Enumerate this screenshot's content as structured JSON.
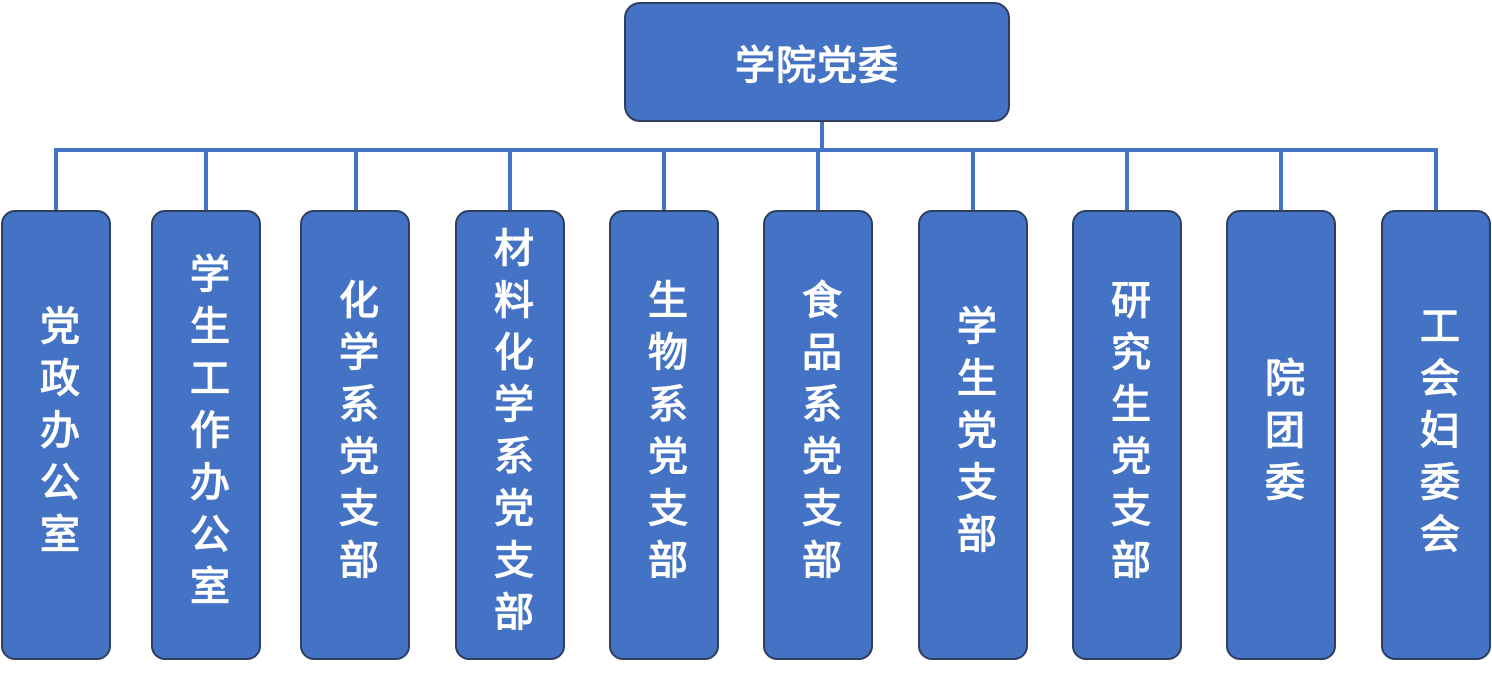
{
  "colors": {
    "node_fill": "#4472C4",
    "node_border": "#2F3E5E",
    "connector": "#4472C4",
    "text": "#FFFFFF"
  },
  "root": {
    "label": "学院党委"
  },
  "children": [
    {
      "label": "党政办公室"
    },
    {
      "label": "学生工作办公室"
    },
    {
      "label": "化学系党支部"
    },
    {
      "label": "材料化学系党支部"
    },
    {
      "label": "生物系党支部"
    },
    {
      "label": "食品系党支部"
    },
    {
      "label": "学生党支部"
    },
    {
      "label": "研究生党支部"
    },
    {
      "label": "院团委"
    },
    {
      "label": "工会妇委会"
    }
  ]
}
